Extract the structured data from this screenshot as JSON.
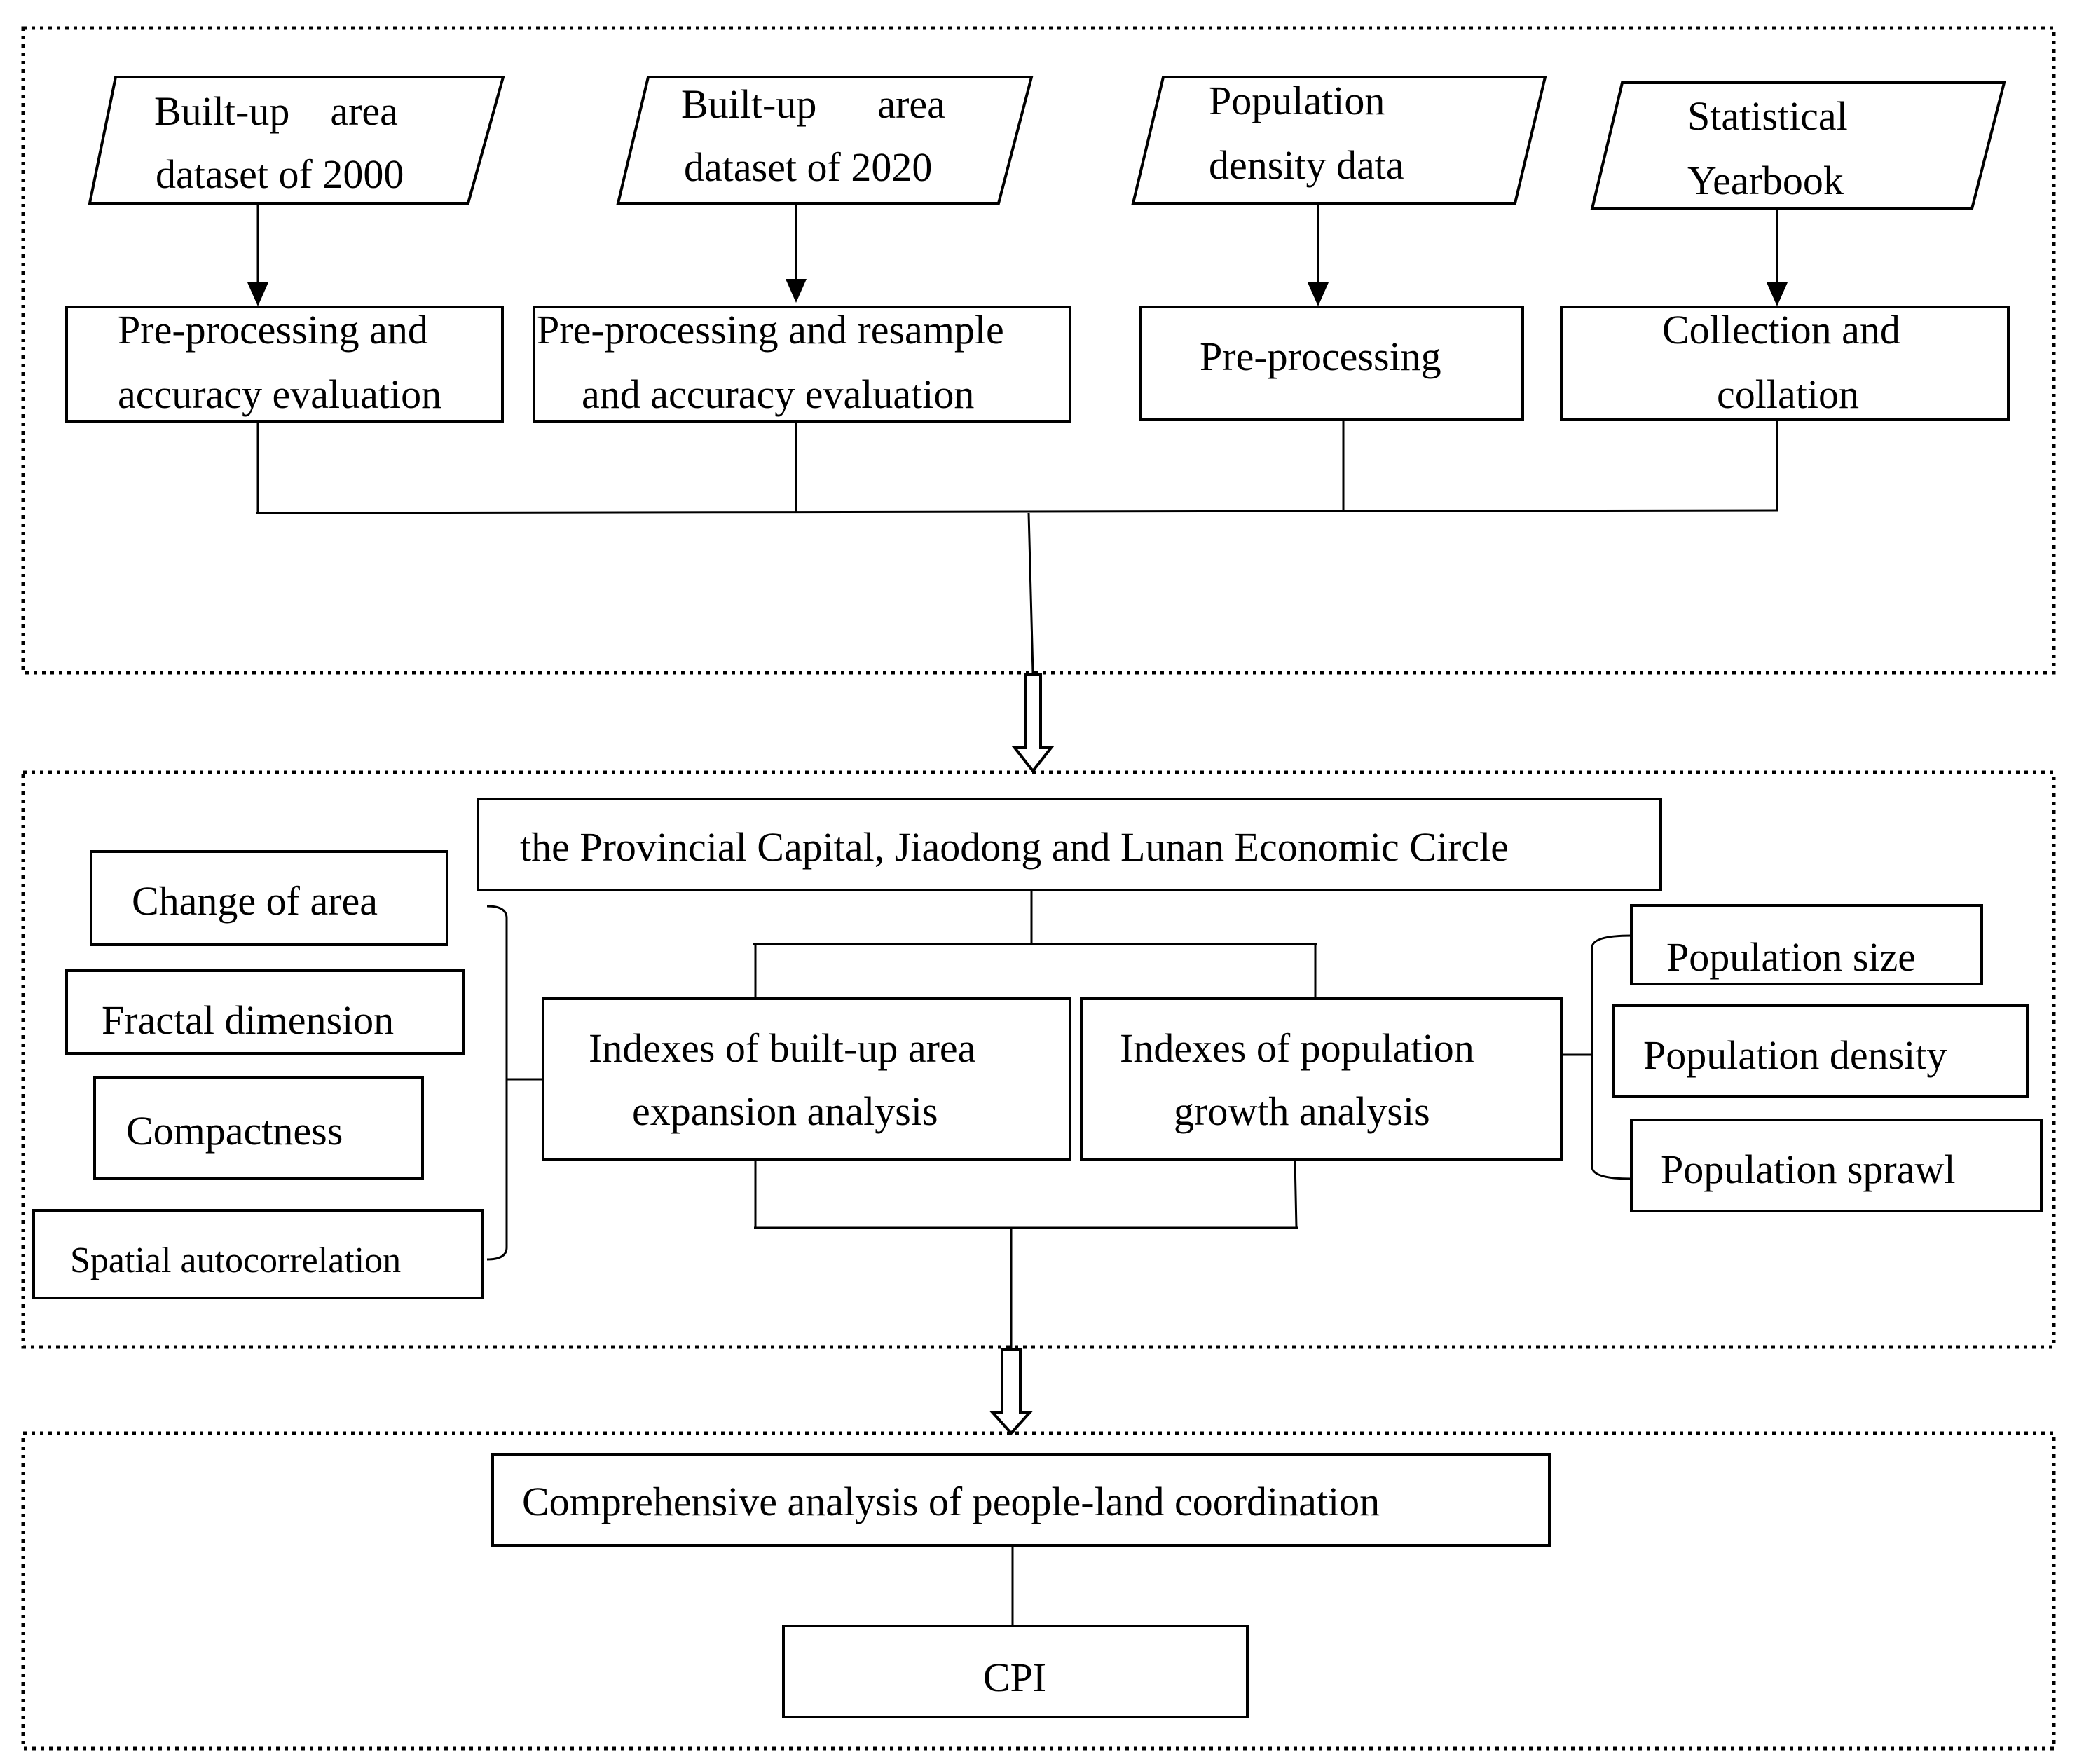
{
  "inputs": {
    "builtup_2000": [
      "Built-up    area",
      "dataset of 2000"
    ],
    "builtup_2020": [
      "Built-up      area",
      "dataset of 2020"
    ],
    "population_density": [
      "Population",
      "density data"
    ],
    "statistical_yearbook": [
      "Statistical",
      "Yearbook"
    ]
  },
  "processing": {
    "preprocessing_accuracy": [
      "Pre-processing and",
      "accuracy evaluation"
    ],
    "preprocessing_resample_accuracy": [
      "Pre-processing and resample",
      "and accuracy evaluation"
    ],
    "preprocessing": "Pre-processing",
    "collection_collation": [
      "Collection and",
      "collation"
    ]
  },
  "region": "the Provincial Capital, Jiaodong and Lunan Economic Circle",
  "builtup_indexes": {
    "title": [
      "Indexes of built-up area",
      "expansion analysis"
    ],
    "items": [
      "Change of area",
      "Fractal dimension",
      "Compactness",
      "Spatial autocorrelation"
    ]
  },
  "population_indexes": {
    "title": [
      "Indexes of population",
      "growth analysis"
    ],
    "items": [
      "Population size",
      "Population density",
      "Population sprawl"
    ]
  },
  "comprehensive_analysis": "Comprehensive analysis of people-land coordination",
  "cpi": "CPI"
}
